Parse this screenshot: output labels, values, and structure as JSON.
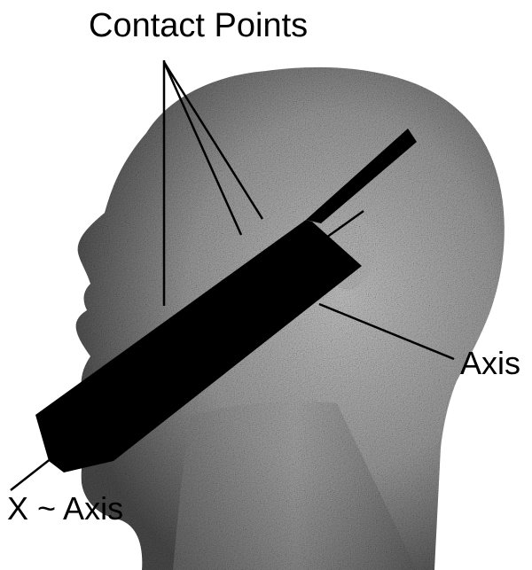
{
  "labels": {
    "contact_points": "Contact Points",
    "axis": "Axis",
    "x_axis": "X ~ Axis"
  },
  "colors": {
    "background": "#ffffff",
    "head_fill": "#9a9a9a",
    "phone_body": "#000000",
    "lines": "#000000"
  }
}
